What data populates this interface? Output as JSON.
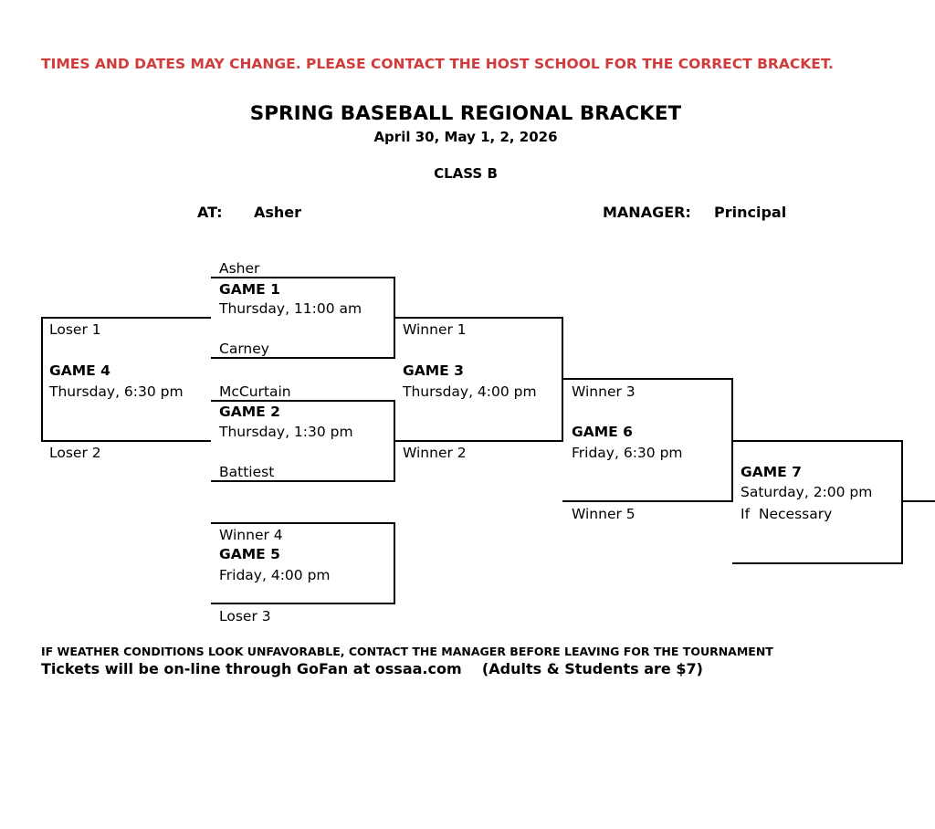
{
  "header": {
    "warning": "TIMES AND DATES MAY CHANGE. PLEASE CONTACT THE HOST SCHOOL FOR THE CORRECT BRACKET.",
    "title": "SPRING BASEBALL REGIONAL BRACKET",
    "dates": "April 30, May 1, 2, 2026",
    "class": "CLASS B",
    "at_label": "AT:",
    "at_value": "Asher",
    "manager_label": "MANAGER:",
    "manager_value": "Principal"
  },
  "bracket": {
    "game1": {
      "top": "Asher",
      "name": "GAME 1",
      "time": "Thursday, 11:00 am",
      "bottom": "Carney"
    },
    "game2": {
      "top": "McCurtain",
      "name": "GAME 2",
      "time": "Thursday, 1:30 pm",
      "bottom": "Battiest"
    },
    "game3": {
      "top": "Winner 1",
      "name": "GAME 3",
      "time": "Thursday, 4:00 pm",
      "bottom": "Winner 2"
    },
    "game4": {
      "top": "Loser 1",
      "name": "GAME 4",
      "time": "Thursday, 6:30 pm",
      "bottom": "Loser 2"
    },
    "game5": {
      "top": "Winner 4",
      "name": "GAME 5",
      "time": "Friday, 4:00 pm",
      "bottom": "Loser 3"
    },
    "game6": {
      "top": "Winner 3",
      "name": "GAME 6",
      "time": "Friday, 6:30 pm",
      "bottom": "Winner 5"
    },
    "game7": {
      "name": "GAME 7",
      "time": "Saturday, 2:00 pm",
      "note": "If  Necessary"
    }
  },
  "footer": {
    "weather": "IF WEATHER CONDITIONS LOOK UNFAVORABLE, CONTACT THE MANAGER BEFORE LEAVING FOR THE TOURNAMENT",
    "tickets": "Tickets will be on-line through GoFan at ossaa.com    (Adults & Students are $7)"
  },
  "colors": {
    "warning": "#d23b3b",
    "text": "#000000"
  }
}
